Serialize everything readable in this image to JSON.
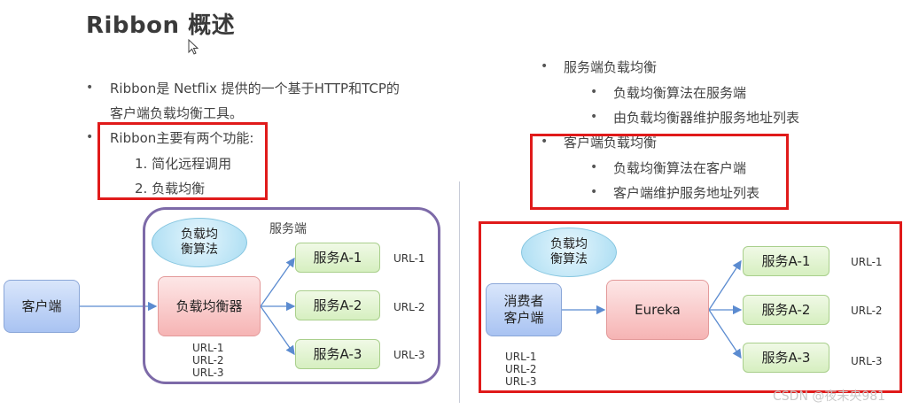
{
  "title": "Ribbon 概述",
  "left_bullets": {
    "b1_line1": "Ribbon是 Netflix 提供的一个基于HTTP和TCP的",
    "b1_line2": "客户端负载均衡工具。",
    "b2": "Ribbon主要有两个功能:",
    "sub1": "1.  简化远程调用",
    "sub2": "2.  负载均衡"
  },
  "right_bullets": {
    "server_lb": "服务端负载均衡",
    "server_lb_sub1": "负载均衡算法在服务端",
    "server_lb_sub2": "由负载均衡器维护服务地址列表",
    "client_lb": "客户端负载均衡",
    "client_lb_sub1": "负载均衡算法在客户端",
    "client_lb_sub2": "客户端维护服务地址列表"
  },
  "left_diagram": {
    "client": "客户端",
    "server_side_label": "服务端",
    "algorithm": "负载均\n衡算法",
    "load_balancer": "负载均衡器",
    "lb_urls": "URL-1\nURL-2\nURL-3",
    "services": [
      "服务A-1",
      "服务A-2",
      "服务A-3"
    ],
    "urls": [
      "URL-1",
      "URL-2",
      "URL-3"
    ]
  },
  "right_diagram": {
    "consumer": "消费者\n客户端",
    "algorithm": "负载均\n衡算法",
    "registry": "Eureka",
    "consumer_urls": "URL-1\nURL-2\nURL-3",
    "services": [
      "服务A-1",
      "服务A-2",
      "服务A-3"
    ],
    "urls": [
      "URL-1",
      "URL-2",
      "URL-3"
    ]
  },
  "watermark": "CSDN @夜未央981",
  "colors": {
    "highlight_red": "#e01a1a",
    "server_group_purple": "#7d6aa8",
    "arrow_blue": "#5b8bd0"
  }
}
